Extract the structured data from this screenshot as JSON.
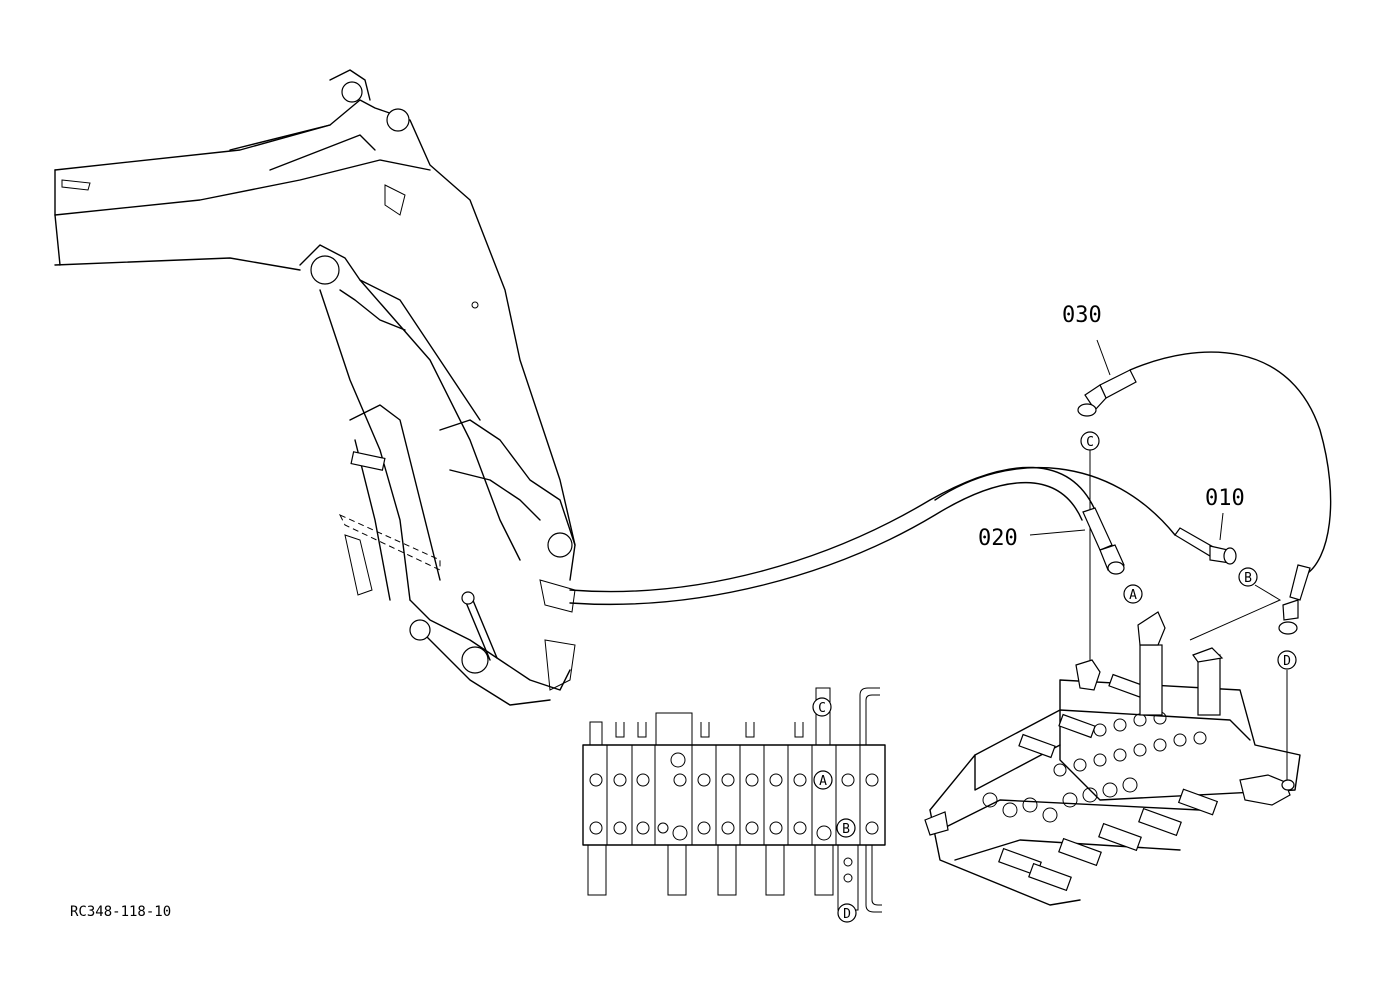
{
  "parts": [
    {
      "id": "030",
      "label": "030"
    },
    {
      "id": "010",
      "label": "010"
    },
    {
      "id": "020",
      "label": "020"
    }
  ],
  "connection_markers": {
    "a": "A",
    "b": "B",
    "c": "C",
    "d": "D"
  },
  "drawing_code": "RC348-118-10"
}
